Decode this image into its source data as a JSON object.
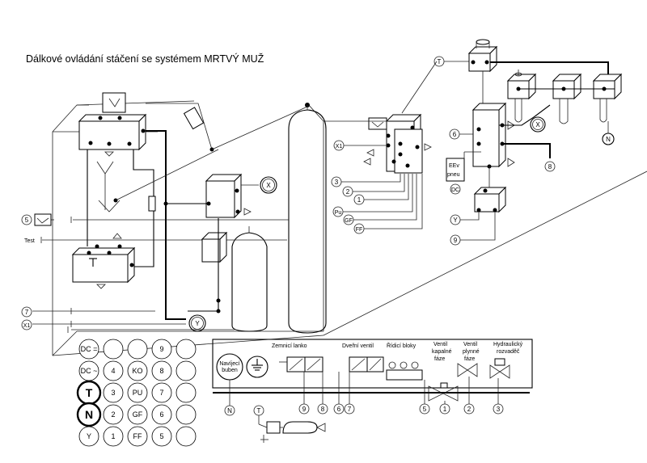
{
  "diagram": {
    "title": "Dálkové ovládání stáčení se systémem MRTVÝ MUŽ",
    "left_labels": {
      "five": "5",
      "test": "Test",
      "seven": "7",
      "x1": "X1"
    },
    "gauges": {
      "x_main": "X",
      "y_main": "Y",
      "t_top": "T",
      "x_right": "X",
      "n_right": "N",
      "t_bottom": "T",
      "n_bottom": "N"
    },
    "middle_labels": {
      "x1": "X1",
      "three": "3",
      "two": "2",
      "one": "1",
      "pu": "Pu",
      "gf": "GF",
      "ff": "FF"
    },
    "right_labels": {
      "six": "6",
      "eight": "8",
      "y": "Y",
      "nine": "9",
      "eev1": "EEv",
      "eev2": "pneu",
      "dc": "DC"
    },
    "legend_grid": [
      [
        "DC =",
        "",
        "",
        "9",
        ""
      ],
      [
        "DC ~",
        "4",
        "KO",
        "8",
        ""
      ],
      [
        "T",
        "3",
        "PU",
        "7",
        ""
      ],
      [
        "N",
        "2",
        "GF",
        "6",
        ""
      ],
      [
        "Y",
        "1",
        "FF",
        "5",
        ""
      ]
    ],
    "panel": {
      "navijeci_1": "Navíjecí",
      "navijeci_2": "buben",
      "zemnici": "Zemnicí lanko",
      "dverni": "Dveřní ventil",
      "ridici": "Řídicí bloky",
      "ventil_kap_1": "Ventil",
      "ventil_kap_2": "kapalné",
      "ventil_kap_3": "fáze",
      "ventil_ply_1": "Ventil",
      "ventil_ply_2": "plynné",
      "ventil_ply_3": "fáze",
      "hydr_1": "Hydraulický",
      "hydr_2": "rozvaděč",
      "n_9": "9",
      "n_8": "8",
      "n_6": "6",
      "n_7": "7",
      "n_5": "5",
      "n_1": "1",
      "n_2": "2",
      "n_3": "3"
    }
  }
}
